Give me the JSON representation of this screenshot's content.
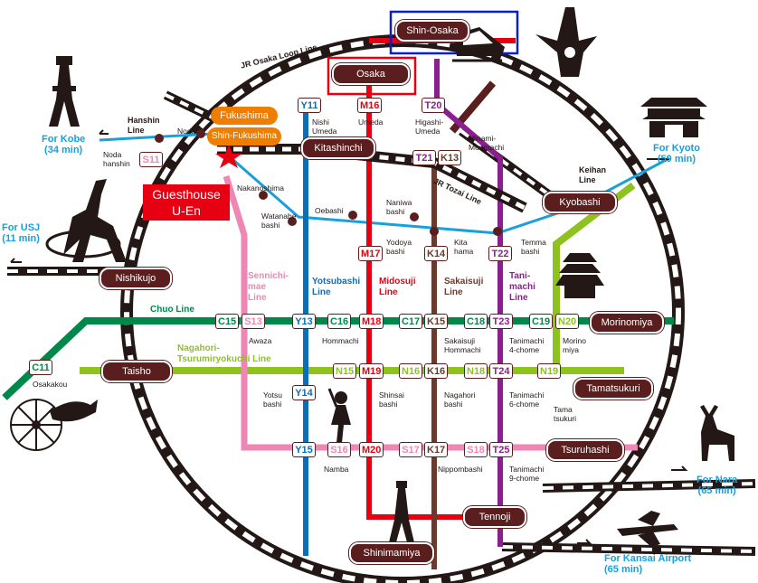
{
  "title": "Guesthouse U-En",
  "colors": {
    "jr_loop": "#231815",
    "yotsubashi": "#0a6fb8",
    "midosuji": "#e60012",
    "sakaisuji": "#6b3a2a",
    "tanimachi": "#8b1f8f",
    "chuo": "#00884a",
    "nagahori": "#8dc21f",
    "sennichimae": "#ee87b4",
    "tozai": "#c8c8c8",
    "keihan": "#19a0dc",
    "fukushima_fill": "#ef7d00",
    "guesthouse_fill": "#e60012",
    "station_fill": "#5a1e1e",
    "highlight_red": "#e60012",
    "highlight_blue": "#0a1fcc"
  },
  "jr_stations": [
    {
      "label": "Shin-Osaka"
    },
    {
      "label": "Osaka"
    },
    {
      "label": "Kitashinchi"
    },
    {
      "label": "Kyobashi"
    },
    {
      "label": "Nishikujo"
    },
    {
      "label": "Morinomiya"
    },
    {
      "label": "Taisho"
    },
    {
      "label": "Tamatsukuri"
    },
    {
      "label": "Tsuruhashi"
    },
    {
      "label": "Tennoji"
    },
    {
      "label": "Shinimamiya"
    }
  ],
  "fukushima": {
    "label": "Fukushima",
    "shin_label": "Shin-Fukushima"
  },
  "guesthouse": {
    "line1": "Guesthouse",
    "line2": "U-En"
  },
  "line_labels": {
    "jr_loop": "JR Osaka Loop Line",
    "hanshin": "Hanshin\nLine",
    "keihan": "Keihan\nLine",
    "tozai": "JR Tozai Line",
    "chuo": "Chuo Line",
    "nagahori": "Nagahori-\nTsurumiryokuchi Line",
    "sennichimae": "Sennichi-\nmae\nLine",
    "yotsubashi": "Yotsubashi\nLine",
    "midosuji": "Midosuji\nLine",
    "sakaisuji": "Sakaisuji\nLine",
    "tanimachi": "Tani-\nmachi\nLine"
  },
  "destinations": {
    "kobe": "For Kobe\n(34 min)",
    "kyoto": "For Kyoto\n(59 min)",
    "usj": "For USJ\n(11 min)",
    "nara": "For Nara\n(65 min)",
    "kansai": "For Kansai Airport\n(65 min)"
  },
  "station_codes": [
    {
      "code": "Y11",
      "color": "#0a6fb8"
    },
    {
      "code": "M16",
      "color": "#e60012"
    },
    {
      "code": "T20",
      "color": "#8b1f8f"
    },
    {
      "code": "T21",
      "color": "#8b1f8f"
    },
    {
      "code": "K13",
      "color": "#6b3a2a"
    },
    {
      "code": "S11",
      "color": "#ee87b4"
    },
    {
      "code": "M17",
      "color": "#e60012"
    },
    {
      "code": "K14",
      "color": "#6b3a2a"
    },
    {
      "code": "T22",
      "color": "#8b1f8f"
    },
    {
      "code": "C15",
      "color": "#00884a"
    },
    {
      "code": "S13",
      "color": "#ee87b4"
    },
    {
      "code": "Y13",
      "color": "#0a6fb8"
    },
    {
      "code": "C16",
      "color": "#00884a"
    },
    {
      "code": "M18",
      "color": "#e60012"
    },
    {
      "code": "C17",
      "color": "#00884a"
    },
    {
      "code": "K15",
      "color": "#6b3a2a"
    },
    {
      "code": "C18",
      "color": "#00884a"
    },
    {
      "code": "T23",
      "color": "#8b1f8f"
    },
    {
      "code": "C19",
      "color": "#00884a"
    },
    {
      "code": "N20",
      "color": "#8dc21f"
    },
    {
      "code": "C11",
      "color": "#00884a"
    },
    {
      "code": "N15",
      "color": "#8dc21f"
    },
    {
      "code": "M19",
      "color": "#e60012"
    },
    {
      "code": "N16",
      "color": "#8dc21f"
    },
    {
      "code": "K16",
      "color": "#6b3a2a"
    },
    {
      "code": "N18",
      "color": "#8dc21f"
    },
    {
      "code": "T24",
      "color": "#8b1f8f"
    },
    {
      "code": "N19",
      "color": "#8dc21f"
    },
    {
      "code": "Y14",
      "color": "#0a6fb8"
    },
    {
      "code": "Y15",
      "color": "#0a6fb8"
    },
    {
      "code": "S16",
      "color": "#ee87b4"
    },
    {
      "code": "M20",
      "color": "#e60012"
    },
    {
      "code": "S17",
      "color": "#ee87b4"
    },
    {
      "code": "K17",
      "color": "#6b3a2a"
    },
    {
      "code": "S18",
      "color": "#ee87b4"
    },
    {
      "code": "T25",
      "color": "#8b1f8f"
    }
  ],
  "station_names": [
    {
      "text": "Nishi\nUmeda"
    },
    {
      "text": "Umeda"
    },
    {
      "text": "Higashi-\nUmeda"
    },
    {
      "text": "Minami-\nMorimachi"
    },
    {
      "text": "Noda"
    },
    {
      "text": "Noda\nhanshin"
    },
    {
      "text": "Nakanoshima"
    },
    {
      "text": "Watanabe\nbashi"
    },
    {
      "text": "Oebashi"
    },
    {
      "text": "Naniwa\nbashi"
    },
    {
      "text": "Yodoya\nbashi"
    },
    {
      "text": "Kita\nhama"
    },
    {
      "text": "Temma\nbashi"
    },
    {
      "text": "Awaza"
    },
    {
      "text": "Hommachi"
    },
    {
      "text": "Sakaisuji\nHommachi"
    },
    {
      "text": "Tanimachi\n4-chome"
    },
    {
      "text": "Morino\nmiya"
    },
    {
      "text": "Osakakou"
    },
    {
      "text": "Yotsu\nbashi"
    },
    {
      "text": "Shinsai\nbashi"
    },
    {
      "text": "Nagahori\nbashi"
    },
    {
      "text": "Tanimachi\n6-chome"
    },
    {
      "text": "Tama\ntsukuri"
    },
    {
      "text": "Namba"
    },
    {
      "text": "Nippombashi"
    },
    {
      "text": "Tanimachi\n9-chome"
    }
  ],
  "icons": [
    "train-icon",
    "tsutenkaku-tower-icon",
    "tower-of-sun-icon",
    "pagoda-icon",
    "dinosaur-icon",
    "castle-icon",
    "ferris-wheel-icon",
    "whale-shark-icon",
    "deer-icon",
    "airplane-icon",
    "dancer-icon",
    "star-icon"
  ]
}
